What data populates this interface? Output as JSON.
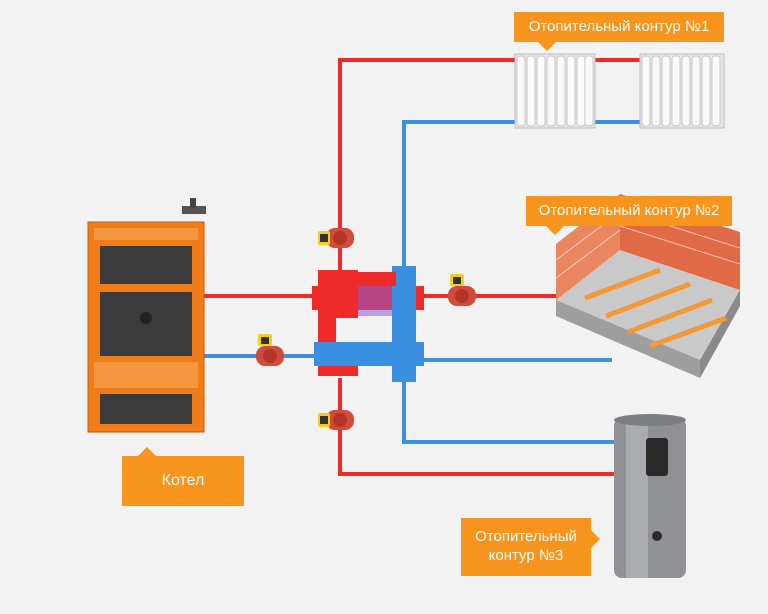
{
  "labels": {
    "circuit_1": "Отопительный контур №1",
    "circuit_2": "Отопительный контур №2",
    "circuit_3": "Отопительный контур №3",
    "boiler": "Котел"
  },
  "colors": {
    "supply_pipe": "#ee2a2a",
    "return_pipe": "#3a8fe0",
    "callout": "#f7941d",
    "boiler_body": "#f07c1a",
    "pump_body": "#d24a3a",
    "pump_motor": "#f2cf1e"
  }
}
